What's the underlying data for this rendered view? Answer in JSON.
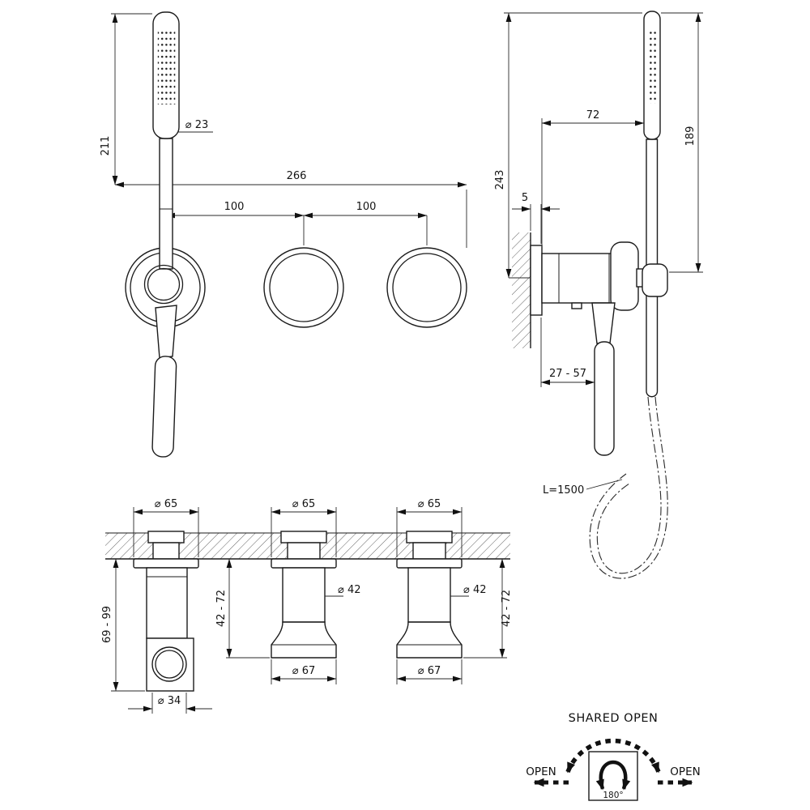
{
  "front_view": {
    "dim_height": "211",
    "dim_width": "266",
    "dim_spacing_left": "100",
    "dim_spacing_right": "100",
    "dim_handset_diameter": "⌀ 23"
  },
  "side_view": {
    "dim_wall_to_handset": "72",
    "dim_handset_height": "189",
    "dim_total_height": "243",
    "dim_plate_offset": "5",
    "dim_projection": "27 - 57",
    "hose_length": "L=1500"
  },
  "section_view": {
    "dim_rosette_1": "⌀ 65",
    "dim_rosette_2": "⌀ 65",
    "dim_rosette_3": "⌀ 65",
    "dim_holder_depth": "69 - 99",
    "dim_valve_depth_left": "42 - 72",
    "dim_valve_depth_right": "42 - 72",
    "dim_knob_1": "⌀ 42",
    "dim_knob_2": "⌀ 42",
    "dim_base_1": "⌀ 67",
    "dim_base_2": "⌀ 67",
    "dim_outlet": "⌀ 34"
  },
  "rotation_diagram": {
    "title": "SHARED OPEN",
    "open_left": "OPEN",
    "open_right": "OPEN",
    "angle": "180°"
  }
}
